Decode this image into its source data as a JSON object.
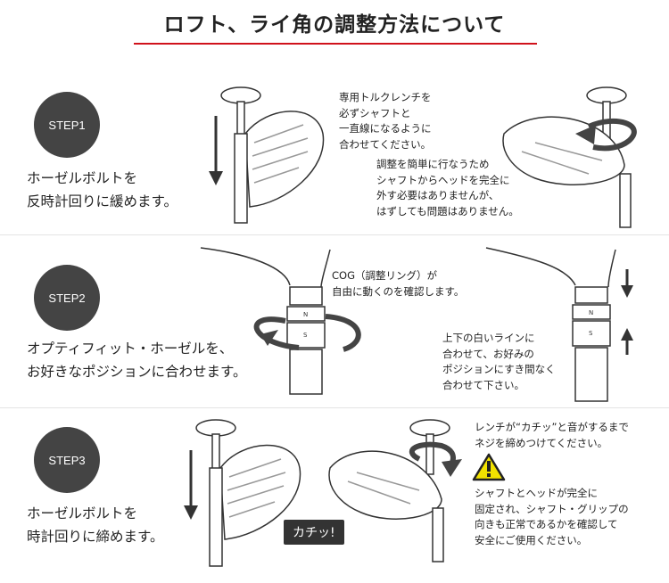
{
  "title": "ロフト、ライ角の調整方法について",
  "colors": {
    "accent": "#d0121b",
    "step_badge": "#444444",
    "warning": "#f2e200"
  },
  "steps": [
    {
      "label": "STEP1",
      "description": "ホーゼルボルトを\n反時計回りに緩めます。",
      "notes": [
        "専用トルクレンチを\n必ずシャフトと\n一直線になるように\n合わせてください。",
        "調整を簡単に行なうため\nシャフトからヘッドを完全に\n外す必要はありませんが、\nはずしても問題はありません。"
      ]
    },
    {
      "label": "STEP2",
      "description": "オプティフィット・ホーゼルを、\nお好きなポジションに合わせます。",
      "notes": [
        "COG（調整リング）が\n自由に動くのを確認します。",
        "上下の白いラインに\n合わせて、お好みの\nポジションにすき間なく\n合わせて下さい。"
      ],
      "ring_marks": [
        "N",
        "S"
      ]
    },
    {
      "label": "STEP3",
      "description": "ホーゼルボルトを\n時計回りに締めます。",
      "notes": [
        "レンチが“カチッ”と音がするまで\nネジを締めつけてください。",
        "シャフトとヘッドが完全に\n固定され、シャフト・グリップの\n向きも正常であるかを確認して\n安全にご使用ください。"
      ],
      "sound_label": "カチッ!"
    }
  ]
}
